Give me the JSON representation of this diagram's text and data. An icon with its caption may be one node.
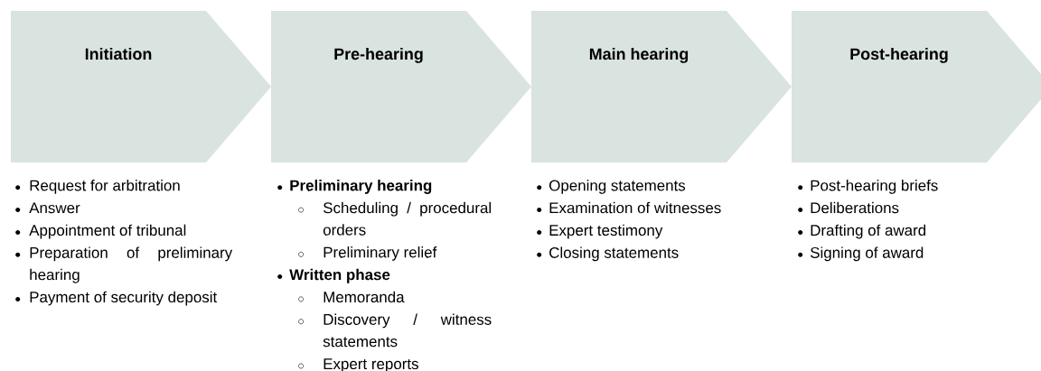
{
  "diagram": {
    "nodes": [
      {
        "text": [
          "Initiation"
        ],
        "beside": [
          "Request for arbitration",
          "Answer",
          "Appointment of tribunal",
          "Preparation of preliminary hearing",
          "Payment of security deposit"
        ]
      },
      {
        "text": [
          "Pre-hearing"
        ],
        "beside": [
          "**Preliminary hearing**",
          "Scheduling / procedural orders",
          "Preliminary relief",
          "**Written phase**",
          "Memoranda",
          "Discovery / witness statements",
          "Expert reports"
        ]
      },
      {
        "text": [
          "Main hearing"
        ],
        "beside": [
          "Opening statements",
          "Examination of witnesses",
          "Expert testimony",
          "Closing statements"
        ]
      },
      {
        "text": [
          "Post-hearing"
        ],
        "beside": [
          "Post-hearing briefs",
          "Deliberations",
          "Drafting of award",
          "Signing of award"
        ]
      }
    ]
  }
}
